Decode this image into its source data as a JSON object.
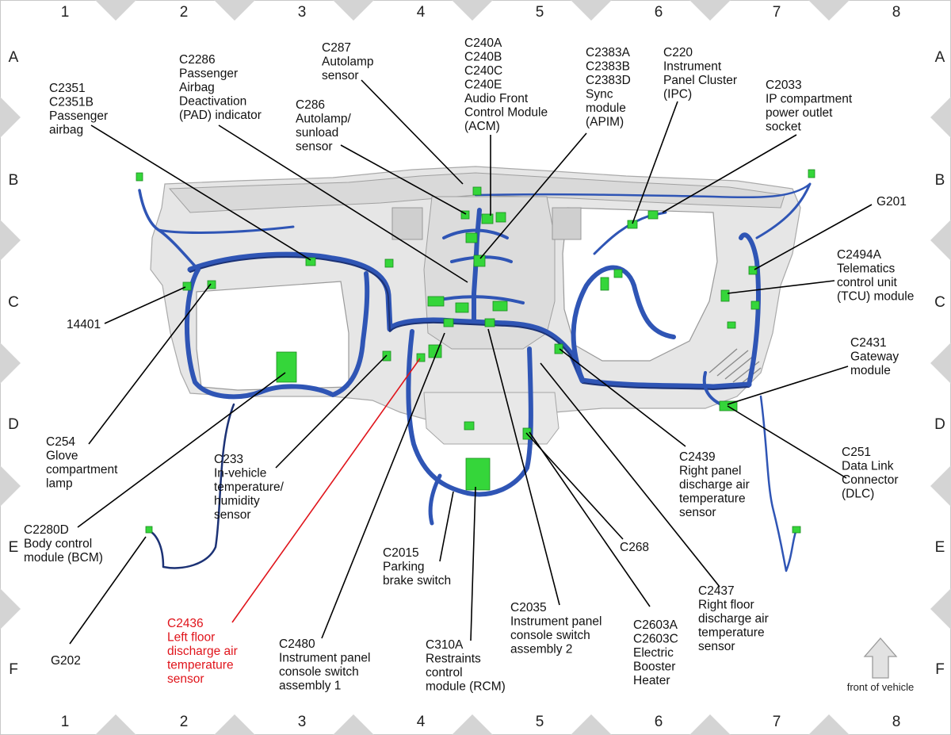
{
  "grid": {
    "columns": [
      "1",
      "2",
      "3",
      "4",
      "5",
      "6",
      "7",
      "8"
    ],
    "rows": [
      "A",
      "B",
      "C",
      "D",
      "E",
      "F"
    ]
  },
  "labels": [
    {
      "id": "c2351",
      "lines": [
        "C2351",
        "C2351B",
        "Passenger",
        "airbag"
      ]
    },
    {
      "id": "c2286",
      "lines": [
        "C2286",
        "Passenger",
        "Airbag",
        "Deactivation",
        "(PAD) indicator"
      ]
    },
    {
      "id": "c287",
      "lines": [
        "C287",
        "Autolamp",
        "sensor"
      ]
    },
    {
      "id": "c286",
      "lines": [
        "C286",
        "Autolamp/",
        "sunload",
        "sensor"
      ]
    },
    {
      "id": "c240",
      "lines": [
        "C240A",
        "C240B",
        "C240C",
        "C240E",
        "Audio Front",
        "Control Module",
        "(ACM)"
      ]
    },
    {
      "id": "c2383",
      "lines": [
        "C2383A",
        "C2383B",
        "C2383D",
        "Sync",
        "module",
        "(APIM)"
      ]
    },
    {
      "id": "c220",
      "lines": [
        "C220",
        "Instrument",
        "Panel Cluster",
        "(IPC)"
      ]
    },
    {
      "id": "c2033",
      "lines": [
        "C2033",
        "IP compartment",
        "power outlet",
        "socket"
      ]
    },
    {
      "id": "g201",
      "lines": [
        "G201"
      ]
    },
    {
      "id": "c2494a",
      "lines": [
        "C2494A",
        "Telematics",
        "control unit",
        "(TCU) module"
      ]
    },
    {
      "id": "c14401",
      "lines": [
        "14401"
      ]
    },
    {
      "id": "c2431",
      "lines": [
        "C2431",
        "Gateway",
        "module"
      ]
    },
    {
      "id": "c254",
      "lines": [
        "C254",
        "Glove",
        "compartment",
        "lamp"
      ]
    },
    {
      "id": "c233",
      "lines": [
        "C233",
        "In-vehicle",
        "temperature/",
        "humidity",
        "sensor"
      ]
    },
    {
      "id": "c2439",
      "lines": [
        "C2439",
        "Right panel",
        "discharge air",
        "temperature",
        "sensor"
      ]
    },
    {
      "id": "c251",
      "lines": [
        "C251",
        "Data Link",
        "Connector",
        "(DLC)"
      ]
    },
    {
      "id": "c2280d",
      "lines": [
        "C2280D",
        "Body control",
        "module (BCM)"
      ]
    },
    {
      "id": "c2015",
      "lines": [
        "C2015",
        "Parking",
        "brake switch"
      ]
    },
    {
      "id": "c268",
      "lines": [
        "C268"
      ]
    },
    {
      "id": "c2437",
      "lines": [
        "C2437",
        "Right floor",
        "discharge air",
        "temperature",
        "sensor"
      ]
    },
    {
      "id": "c2035",
      "lines": [
        "C2035",
        "Instrument panel",
        "console switch",
        "assembly 2"
      ]
    },
    {
      "id": "c2436",
      "lines": [
        "C2436",
        "Left floor",
        "discharge air",
        "temperature",
        "sensor"
      ],
      "highlight": true
    },
    {
      "id": "g202",
      "lines": [
        "G202"
      ]
    },
    {
      "id": "c2480",
      "lines": [
        "C2480",
        "Instrument panel",
        "console switch",
        "assembly 1"
      ]
    },
    {
      "id": "c310a",
      "lines": [
        "C310A",
        "Restraints",
        "control",
        "module (RCM)"
      ]
    },
    {
      "id": "c2603",
      "lines": [
        "C2603A",
        "C2603C",
        "Electric",
        "Booster",
        "Heater"
      ]
    }
  ],
  "front_indicator": {
    "label": "front of vehicle"
  },
  "colors": {
    "harness": "#2f55b5",
    "harness_dark": "#1c3275",
    "connector": "#35d63a",
    "highlight": "#e0141b",
    "dashboard": "#e4e4e4",
    "triangle": "#d4d4d4"
  }
}
